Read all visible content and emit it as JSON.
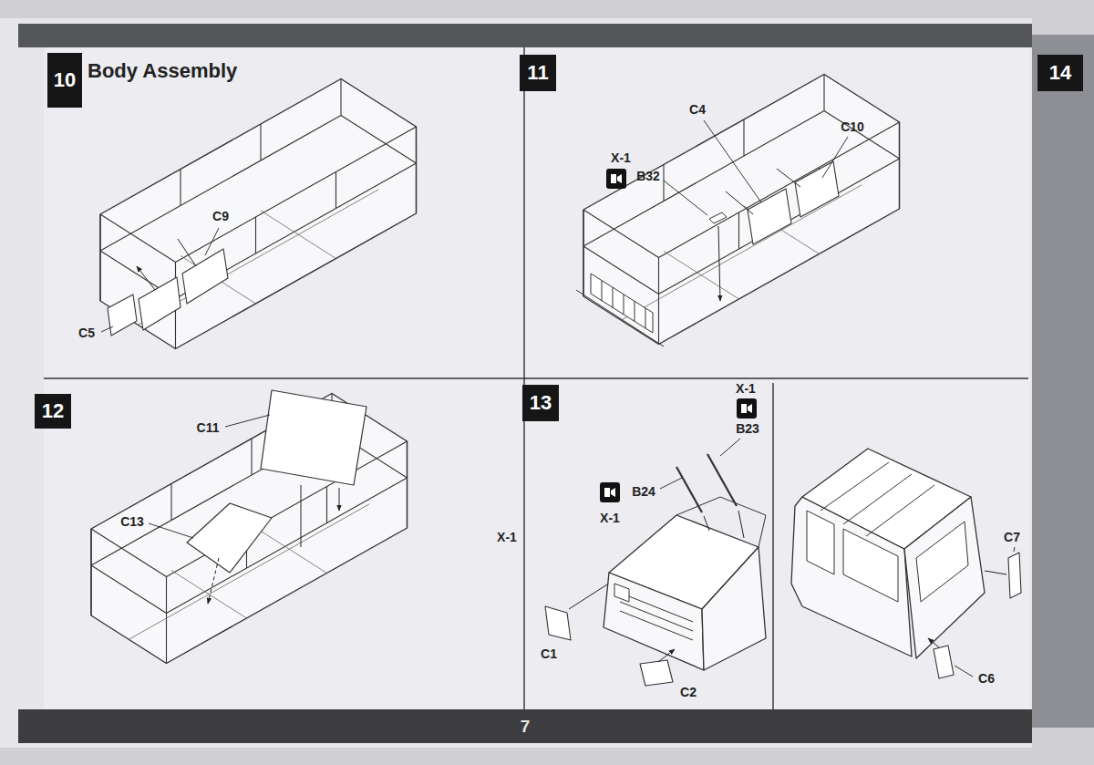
{
  "diagram": {
    "title": "Body Assembly",
    "nodes": [
      {
        "text": [
          "10"
        ]
      },
      {
        "text": [
          "11"
        ]
      },
      {
        "text": [
          "14"
        ]
      },
      {
        "text": [
          "12"
        ]
      },
      {
        "text": [
          "13"
        ]
      },
      {
        "text": [
          "7"
        ]
      }
    ],
    "labels": [
      "C9",
      "C5",
      "C4",
      "C10",
      "X-1",
      "B32",
      "C11",
      "C13",
      "X-1",
      "B23",
      "B24",
      "X-1",
      "X-1",
      "C1",
      "C2",
      "C7",
      "C6"
    ]
  }
}
